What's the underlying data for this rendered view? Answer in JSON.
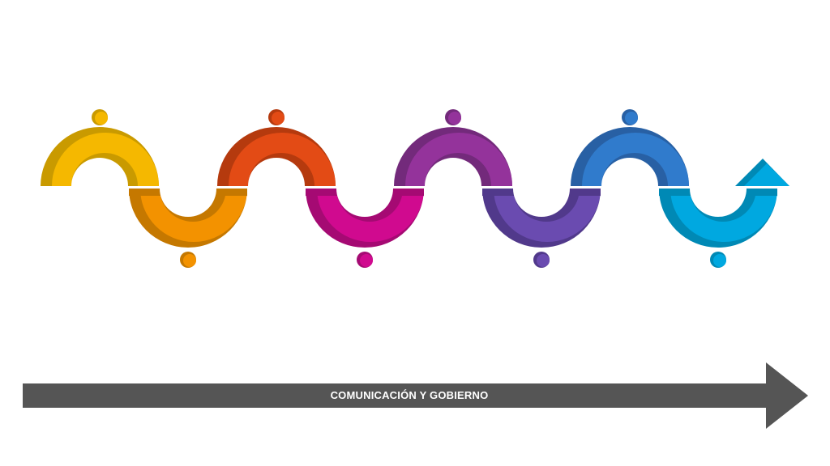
{
  "timeline": {
    "label": "COMUNICACIÓN Y GOBIERNO",
    "arrow_color": "#555555",
    "segments": [
      {
        "position": "top",
        "light": "#F5B800",
        "dark": "#C99A00"
      },
      {
        "position": "bottom",
        "light": "#F39200",
        "dark": "#C57800"
      },
      {
        "position": "top",
        "light": "#E34B15",
        "dark": "#B53A0E"
      },
      {
        "position": "bottom",
        "light": "#D00A8F",
        "dark": "#A50A73"
      },
      {
        "position": "top",
        "light": "#94339B",
        "dark": "#732A7B"
      },
      {
        "position": "bottom",
        "light": "#6A4BB0",
        "dark": "#51398B"
      },
      {
        "position": "top",
        "light": "#307BCC",
        "dark": "#2860A4"
      },
      {
        "position": "bottom",
        "light": "#00A8E0",
        "dark": "#0089B5"
      }
    ],
    "end_icon": "arrow-up-triangle-icon"
  }
}
